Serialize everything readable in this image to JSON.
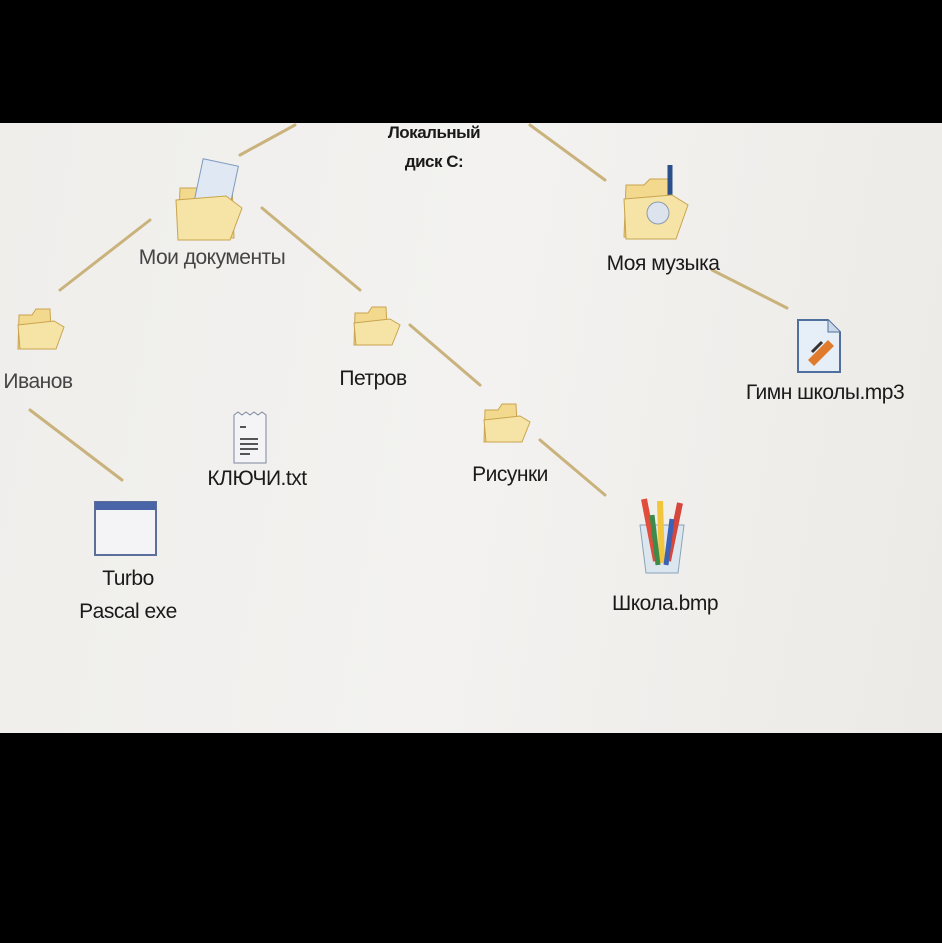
{
  "root": {
    "label_line1": "Локальный",
    "label_line2": "диск C:"
  },
  "nodes": {
    "my_documents": "Мои документы",
    "my_music": "Моя музыка",
    "ivanov": "Иванов",
    "petrov": "Петров",
    "pictures": "Рисунки",
    "keys_txt": "КЛЮЧИ.txt",
    "turbo_line1": "Turbo",
    "turbo_line2": "Pascal exe",
    "school_bmp": "Школа.bmp",
    "anthem_mp3": "Гимн школы.mp3"
  },
  "colors": {
    "line": "#c9b27c",
    "folder": "#f3d98e",
    "folder_edge": "#c9a44e"
  }
}
